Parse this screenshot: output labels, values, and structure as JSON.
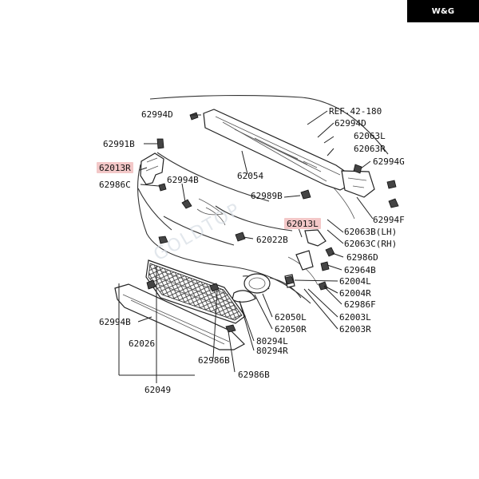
{
  "brand_badge": "W&G",
  "highlight_color": "#f3c8c8",
  "watermark_text": "GOLDTOP",
  "labels": {
    "reference": "REF.42-180",
    "part_62994D_top": "62994D",
    "part_62994D_right": "62994D",
    "part_62991B": "62991B",
    "part_62013R": "62013R",
    "part_62986C": "62986C",
    "part_62994B_left": "62994B",
    "part_62054": "62054",
    "part_62063L": "62063L",
    "part_62063R": "62063R",
    "part_62994G": "62994G",
    "part_62989B": "62989B",
    "part_62994F": "62994F",
    "part_62013L": "62013L",
    "part_62022B": "62022B",
    "part_62063B_LH": "62063B(LH)",
    "part_62063C_RH": "62063C(RH)",
    "part_62986D": "62986D",
    "part_62964B": "62964B",
    "part_62004L": "62004L",
    "part_62004R": "62004R",
    "part_62986F": "62986F",
    "part_62003L": "62003L",
    "part_62003R": "62003R",
    "part_62994B_bottom": "62994B",
    "part_62026": "62026",
    "part_62050L": "62050L",
    "part_62050R": "62050R",
    "part_80294L": "80294L",
    "part_80294R": "80294R",
    "part_62986B_left": "62986B",
    "part_62986B_right": "62986B",
    "part_62049": "62049"
  }
}
